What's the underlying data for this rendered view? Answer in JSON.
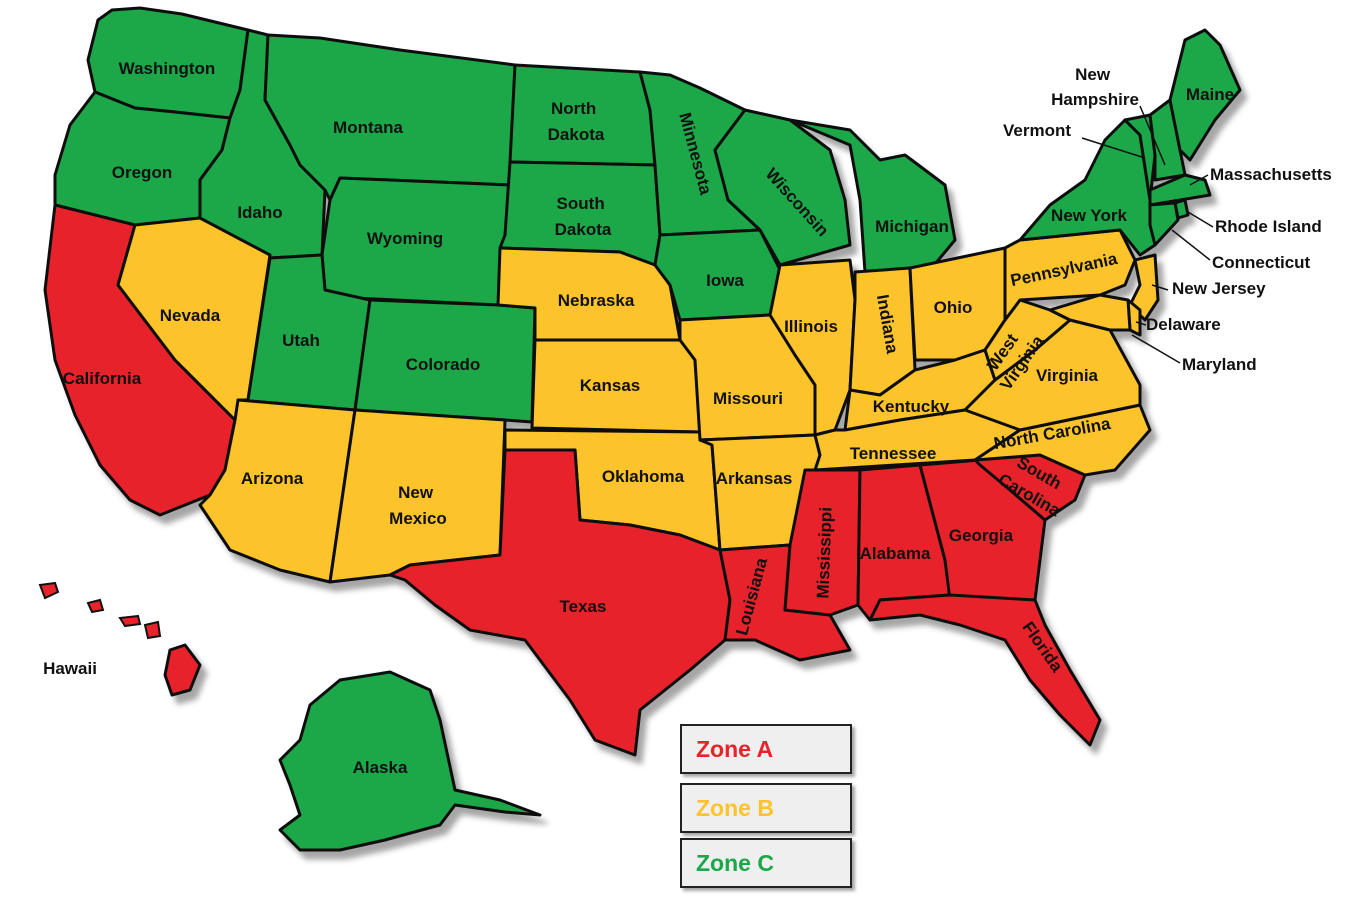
{
  "colors": {
    "zone_a": "#e8232a",
    "zone_b": "#fcc42a",
    "zone_c": "#1ba84a"
  },
  "legend": [
    {
      "label": "Zone A",
      "zone": "zone_a"
    },
    {
      "label": "Zone B",
      "zone": "zone_b"
    },
    {
      "label": "Zone C",
      "zone": "zone_c"
    }
  ],
  "states": [
    {
      "name": "Washington",
      "zone": "zone_c"
    },
    {
      "name": "Oregon",
      "zone": "zone_c"
    },
    {
      "name": "California",
      "zone": "zone_a"
    },
    {
      "name": "Idaho",
      "zone": "zone_c"
    },
    {
      "name": "Nevada",
      "zone": "zone_b"
    },
    {
      "name": "Montana",
      "zone": "zone_c"
    },
    {
      "name": "Wyoming",
      "zone": "zone_c"
    },
    {
      "name": "Utah",
      "zone": "zone_c"
    },
    {
      "name": "Arizona",
      "zone": "zone_b"
    },
    {
      "name": "Colorado",
      "zone": "zone_c"
    },
    {
      "name": "New Mexico",
      "zone": "zone_b"
    },
    {
      "name": "North Dakota",
      "zone": "zone_c"
    },
    {
      "name": "South Dakota",
      "zone": "zone_c"
    },
    {
      "name": "Nebraska",
      "zone": "zone_b"
    },
    {
      "name": "Kansas",
      "zone": "zone_b"
    },
    {
      "name": "Oklahoma",
      "zone": "zone_b"
    },
    {
      "name": "Texas",
      "zone": "zone_a"
    },
    {
      "name": "Minnesota",
      "zone": "zone_c"
    },
    {
      "name": "Iowa",
      "zone": "zone_c"
    },
    {
      "name": "Missouri",
      "zone": "zone_b"
    },
    {
      "name": "Arkansas",
      "zone": "zone_b"
    },
    {
      "name": "Louisiana",
      "zone": "zone_a"
    },
    {
      "name": "Wisconsin",
      "zone": "zone_c"
    },
    {
      "name": "Illinois",
      "zone": "zone_b"
    },
    {
      "name": "Michigan",
      "zone": "zone_c"
    },
    {
      "name": "Indiana",
      "zone": "zone_b"
    },
    {
      "name": "Ohio",
      "zone": "zone_b"
    },
    {
      "name": "Kentucky",
      "zone": "zone_b"
    },
    {
      "name": "Tennessee",
      "zone": "zone_b"
    },
    {
      "name": "Mississippi",
      "zone": "zone_a"
    },
    {
      "name": "Alabama",
      "zone": "zone_a"
    },
    {
      "name": "Georgia",
      "zone": "zone_a"
    },
    {
      "name": "Florida",
      "zone": "zone_a"
    },
    {
      "name": "South Carolina",
      "zone": "zone_a"
    },
    {
      "name": "North Carolina",
      "zone": "zone_b"
    },
    {
      "name": "Virginia",
      "zone": "zone_b"
    },
    {
      "name": "West Virginia",
      "zone": "zone_b"
    },
    {
      "name": "Pennsylvania",
      "zone": "zone_b"
    },
    {
      "name": "New York",
      "zone": "zone_c"
    },
    {
      "name": "New Jersey",
      "zone": "zone_b"
    },
    {
      "name": "Delaware",
      "zone": "zone_b"
    },
    {
      "name": "Maryland",
      "zone": "zone_b"
    },
    {
      "name": "Vermont",
      "zone": "zone_c"
    },
    {
      "name": "New Hampshire",
      "zone": "zone_c"
    },
    {
      "name": "Maine",
      "zone": "zone_c"
    },
    {
      "name": "Massachusetts",
      "zone": "zone_c"
    },
    {
      "name": "Rhode Island",
      "zone": "zone_c"
    },
    {
      "name": "Connecticut",
      "zone": "zone_c"
    },
    {
      "name": "Alaska",
      "zone": "zone_c"
    },
    {
      "name": "Hawaii",
      "zone": "zone_a"
    }
  ]
}
